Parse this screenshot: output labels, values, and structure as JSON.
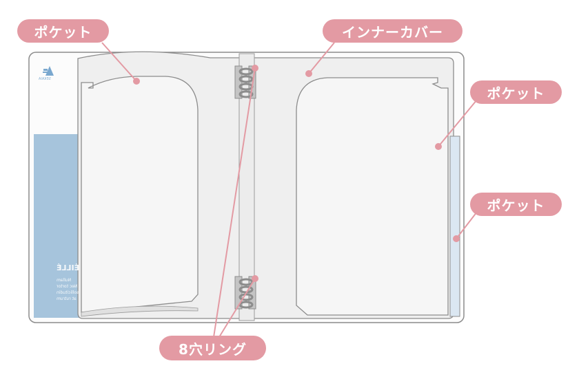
{
  "labels": {
    "pocket_top_left": "ポケット",
    "inner_cover": "インナーカバー",
    "pocket_right_1": "ポケット",
    "pocket_right_2": "ポケット",
    "rings": "8穴リング"
  },
  "cover": {
    "brand": "SEKAIA",
    "title": "ÉILLÉ",
    "line_1": "Nullam",
    "line_2": "Nec tortor",
    "line_3": "sollicitudin",
    "line_4": "at rutrum"
  },
  "colors": {
    "label_pink": "#e39aa3",
    "cover_blue": "#a6c4dc",
    "sheet_fill": "#f2f2f2",
    "outline": "#9a9a9a",
    "ring_gray": "#b4b4b4"
  }
}
